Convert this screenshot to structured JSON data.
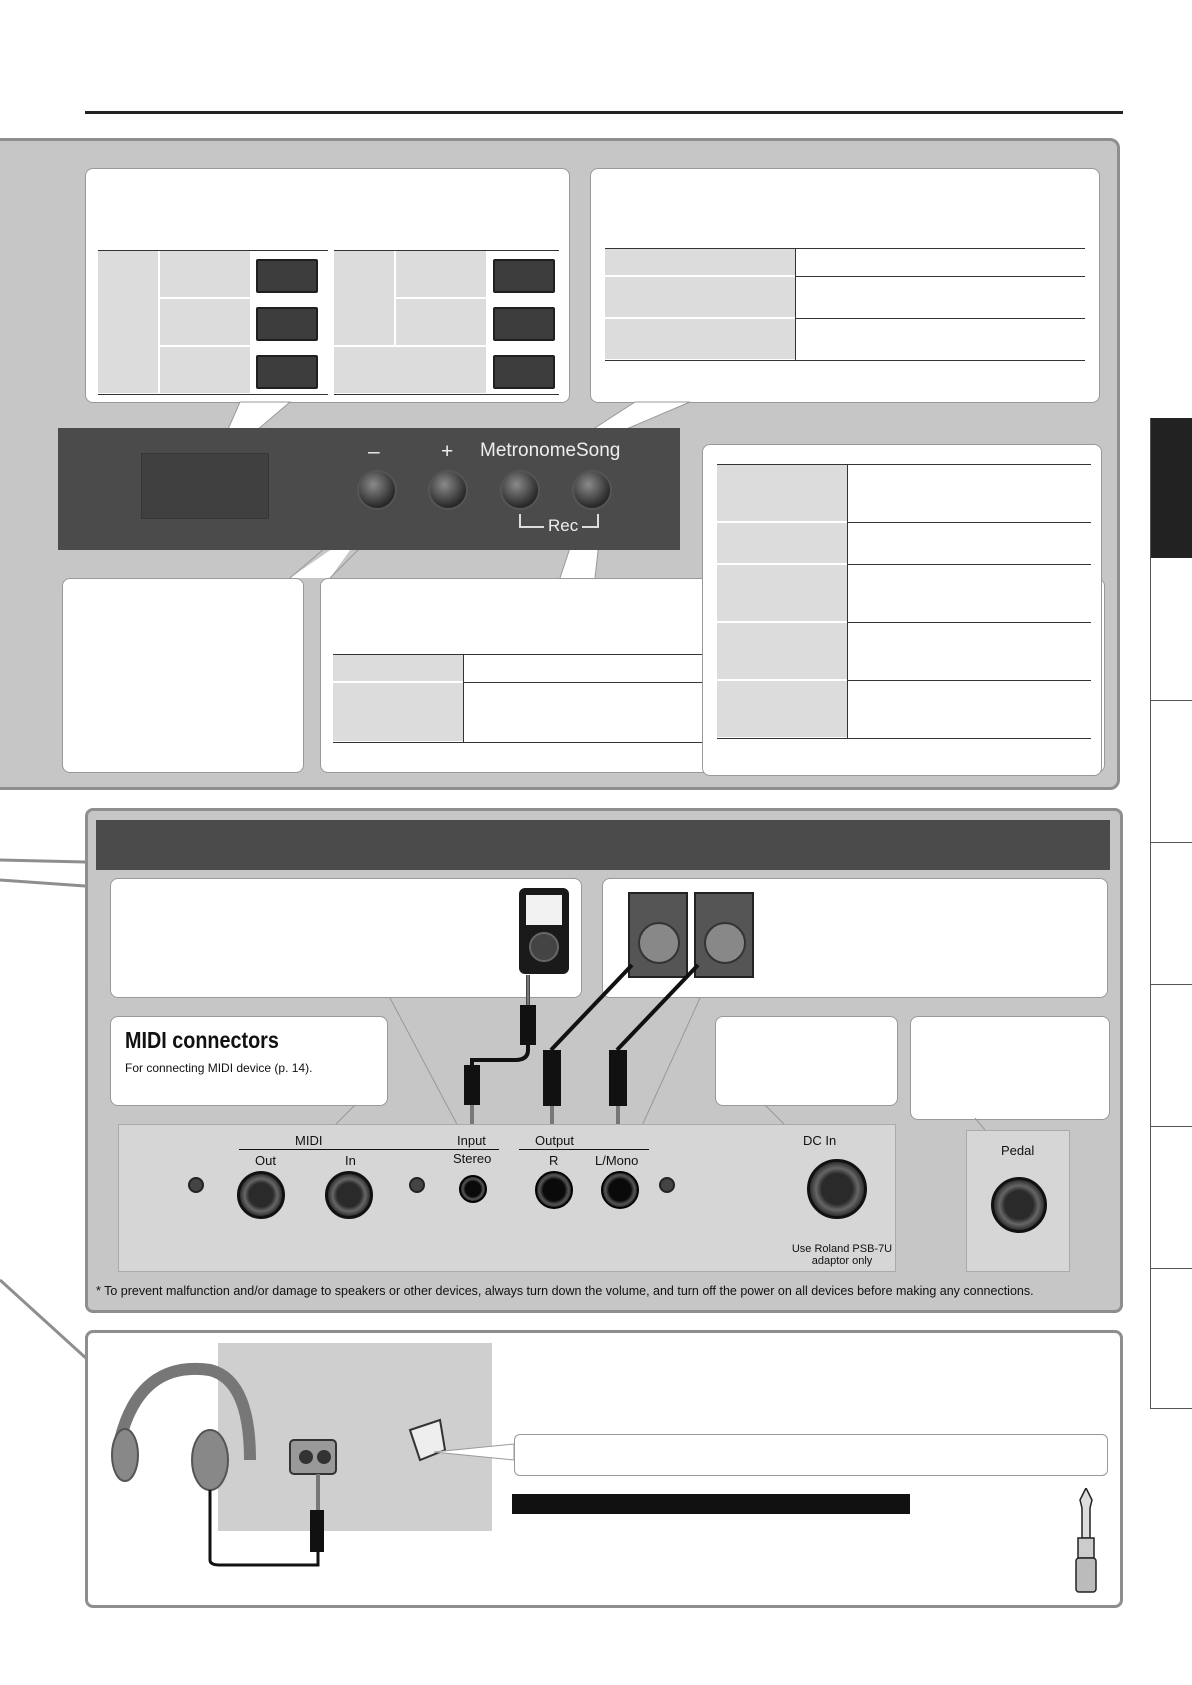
{
  "panel_buttons": {
    "minus": "–",
    "plus": "+",
    "metronome": "Metronome",
    "song": "Song",
    "rec": "Rec"
  },
  "connectors": {
    "midi_title": "MIDI connectors",
    "midi_desc": "For connecting MIDI device (p. 14).",
    "midi_label": "MIDI",
    "midi_out": "Out",
    "midi_in": "In",
    "input_label": "Input",
    "input_sub": "Stereo",
    "output_label": "Output",
    "output_r": "R",
    "output_lmono": "L/Mono",
    "dcin_label": "DC In",
    "adaptor_note": "Use Roland PSB-7U adaptor only",
    "pedal_label": "Pedal"
  },
  "warning": "*  To prevent malfunction and/or damage to speakers or other devices, always turn down the volume, and turn off the power on all devices before making any connections.",
  "colors": {
    "panel_gray": "#c6c6c6",
    "dark_bar": "#4b4b4b",
    "card_white": "#ffffff"
  }
}
